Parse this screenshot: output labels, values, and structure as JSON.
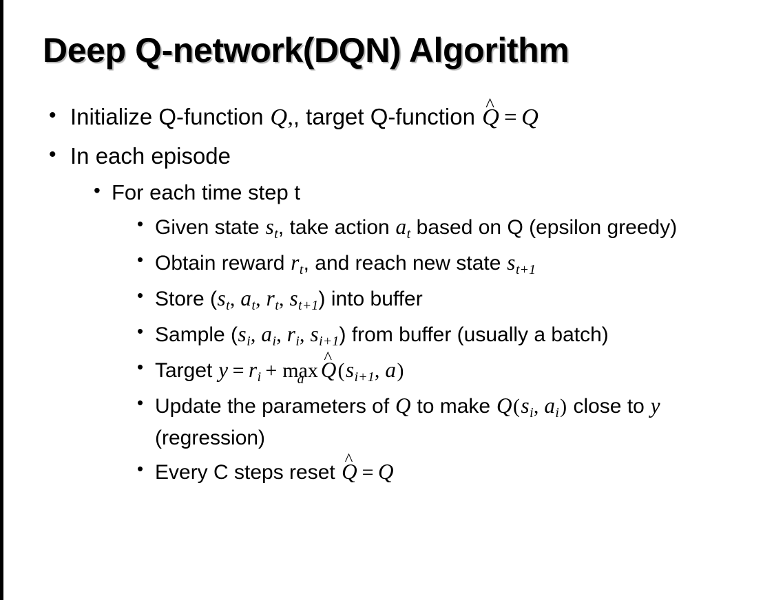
{
  "slide": {
    "title": "Deep Q-network(DQN) Algorithm",
    "background_color": "#ffffff",
    "text_color": "#000000",
    "border_color": "#000000",
    "bullet_glyph": "•"
  },
  "content": {
    "b1": {
      "level": 1,
      "pre": "Initialize Q-function ",
      "var_q1": "Q",
      "mid": ", target Q-function ",
      "qhat": "Q",
      "hat_glyph": "̂",
      "eq": "=",
      "var_q2": "Q"
    },
    "b2": {
      "level": 1,
      "text": "In each episode"
    },
    "b3": {
      "level": 2,
      "text": "For each time step t"
    },
    "b4": {
      "level": 3,
      "pre": "Given state ",
      "s": "s",
      "s_sub": "t",
      "mid": ", take action ",
      "a": "a",
      "a_sub": "t",
      "post": " based on Q (epsilon greedy)"
    },
    "b5": {
      "level": 3,
      "pre": "Obtain reward ",
      "r": "r",
      "r_sub": "t",
      "mid": ", and reach new state ",
      "s": "s",
      "s_sub": "t+1"
    },
    "b6": {
      "level": 3,
      "pre": "Store (",
      "s1": "s",
      "s1_sub": "t",
      "a1": "a",
      "a1_sub": "t",
      "r1": "r",
      "r1_sub": "t",
      "s2": "s",
      "s2_sub": "t+1",
      "post": ") into buffer",
      "comma": ", "
    },
    "b7": {
      "level": 3,
      "pre": "Sample (",
      "s1": "s",
      "s1_sub": "i",
      "a1": "a",
      "a1_sub": "i",
      "r1": "r",
      "r1_sub": "i",
      "s2": "s",
      "s2_sub": "i+1",
      "post": ") from buffer (usually a batch)",
      "comma": ", "
    },
    "b8": {
      "level": 3,
      "pre": "Target ",
      "y": "y",
      "eq": "=",
      "r": "r",
      "r_sub": "i",
      "plus": "+",
      "max": "max",
      "max_sub": "a",
      "qhat": "Q",
      "hat_glyph": "̂",
      "open": "(",
      "s": "s",
      "s_sub": "i+1",
      "comma": ", ",
      "a": "a",
      "close": ")"
    },
    "b9": {
      "level": 3,
      "pre": "Update the parameters of ",
      "q1": "Q",
      "mid": " to make ",
      "q2": "Q",
      "open": "(",
      "s": "s",
      "s_sub": "i",
      "comma": ", ",
      "a": "a",
      "a_sub": "i",
      "close": ")",
      "post": " close to ",
      "y": "y",
      "tail": " (regression)"
    },
    "b10": {
      "level": 3,
      "pre": "Every C steps reset ",
      "qhat": "Q",
      "hat_glyph": "̂",
      "eq": "=",
      "q": "Q"
    }
  }
}
